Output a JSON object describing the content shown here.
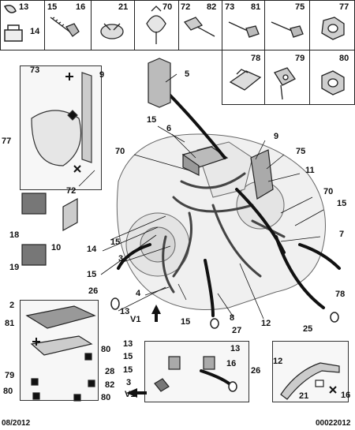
{
  "parts_table": {
    "row1": [
      "13",
      "14",
      "15",
      "16",
      "21",
      "70",
      "72",
      "82",
      "73",
      "81",
      "75",
      "77"
    ],
    "row2": [
      "78",
      "79",
      "80"
    ]
  },
  "callouts": {
    "c73": "73",
    "c9a": "9",
    "c77a": "77",
    "c72a": "72",
    "c18": "18",
    "c10": "10",
    "c19": "19",
    "c5": "5",
    "c15a": "15",
    "c6": "6",
    "c9b": "9",
    "c75": "75",
    "c70a": "70",
    "c11": "11",
    "c70b": "70",
    "c15b": "15",
    "c7": "7",
    "c78": "78",
    "c14": "14",
    "c15c": "15",
    "c15d": "15",
    "c3a": "3",
    "c4": "4",
    "c26a": "26",
    "c13a": "13",
    "c15e": "15",
    "c8": "8",
    "c27": "27",
    "c12a": "12",
    "c25": "25",
    "v1a": "V1",
    "c2": "2",
    "c81": "81",
    "c80a": "80",
    "c28": "28",
    "c82": "82",
    "c79": "79",
    "c80b": "80",
    "c80c": "80",
    "c13b": "13",
    "c15f": "15",
    "c15g": "15",
    "c3b": "3",
    "v1b": "V1",
    "c13c": "13",
    "c16a": "16",
    "c26b": "26",
    "c12b": "12",
    "c21": "21",
    "c16b": "16"
  },
  "footer": {
    "date": "08/2012",
    "ref": "00022012"
  }
}
